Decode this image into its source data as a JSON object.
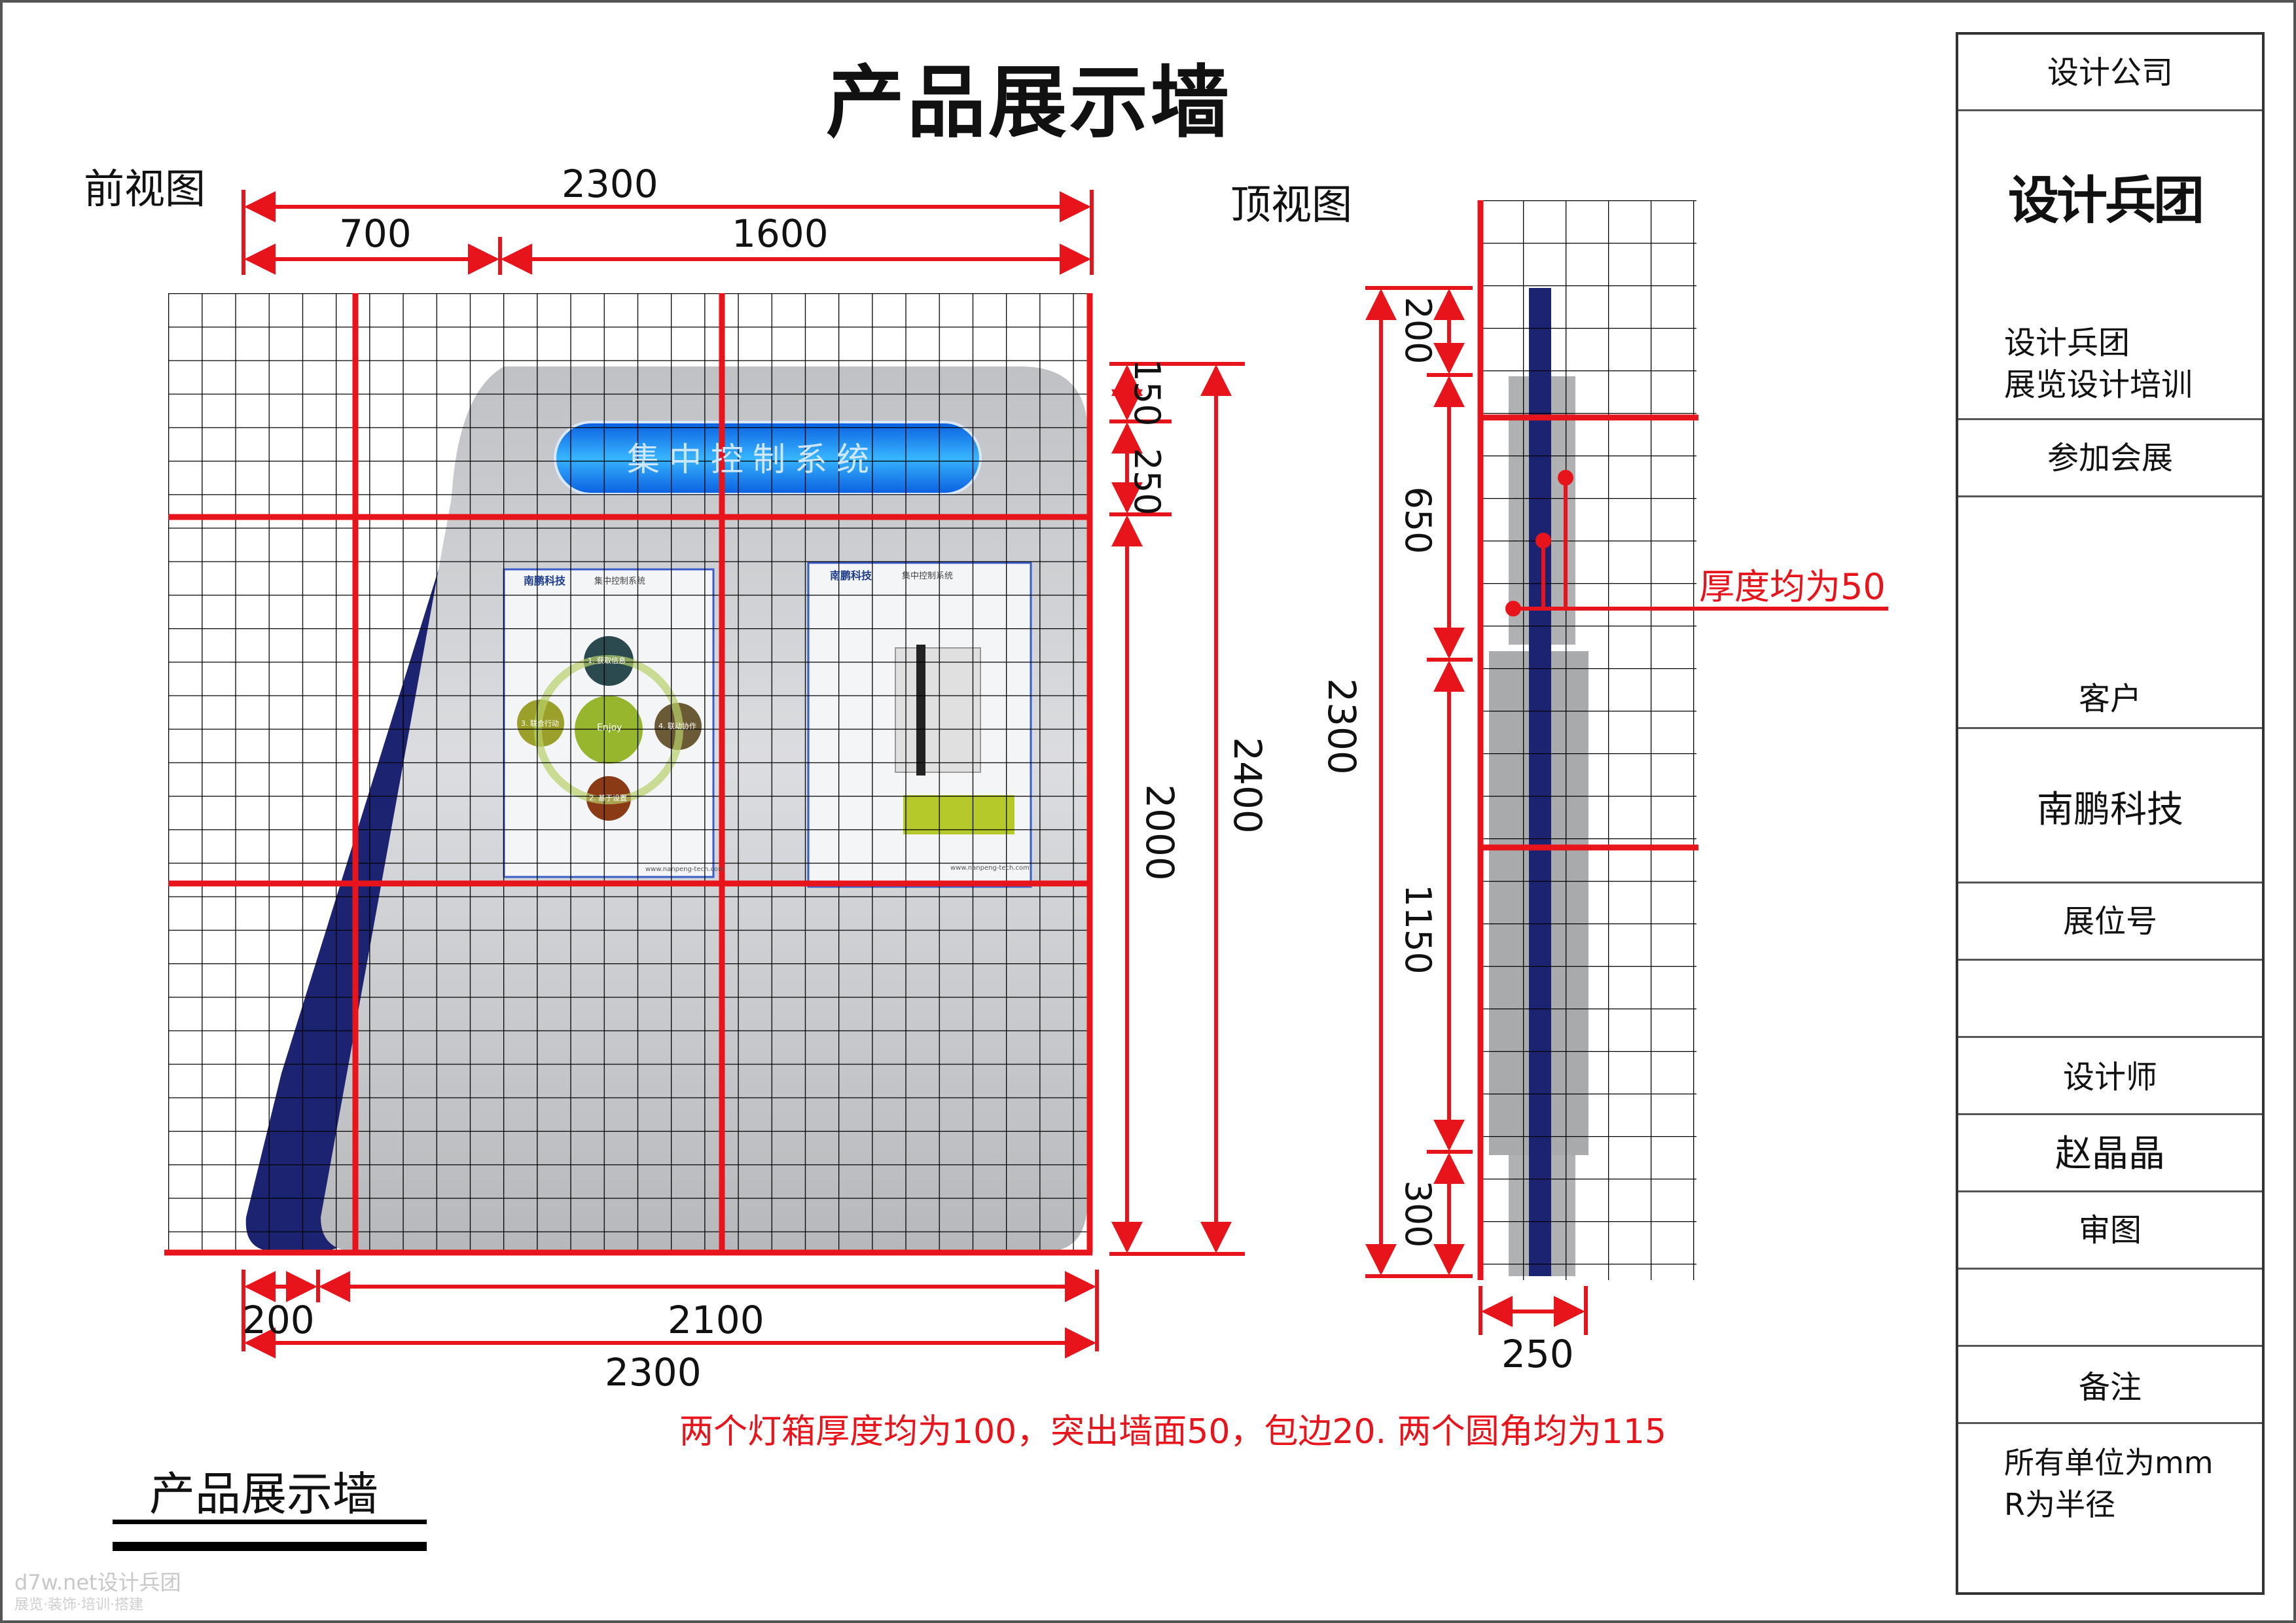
{
  "page": {
    "title": "产品展示墙",
    "front_view_label": "前视图",
    "top_view_label": "顶视图",
    "bottom_title": "产品展示墙",
    "note": "两个灯箱厚度均为100，突出墙面50，包边20. 两个圆角均为115",
    "watermark_line1": "d7w.net设计兵团",
    "watermark_line2": "展览·装饰·培训·搭建"
  },
  "front_dims": {
    "overall_top": "2300",
    "left_top": "700",
    "right_top": "1600",
    "bottom_left": "200",
    "bottom_right": "2100",
    "overall_bottom": "2300",
    "right_150": "150",
    "right_250": "250",
    "right_2000": "2000",
    "right_2400": "2400"
  },
  "sign": {
    "text": "集中控制系统"
  },
  "panels": {
    "left_logo": "南鹏科技",
    "left_header": "集中控制系统",
    "right_logo": "南鹏科技",
    "right_header": "集中控制系统",
    "left_center": "Enjoy",
    "left_c1": "1. 获取信息",
    "left_c2": "2. 基于设置",
    "left_c3": "3. 联合行动",
    "left_c4": "4. 联动协作",
    "left_url": "www.nanpeng-tech.com",
    "right_url": "www.nanpeng-tech.com"
  },
  "top_dims": {
    "d200": "200",
    "d650": "650",
    "d1150": "1150",
    "d300": "300",
    "overall": "2300",
    "width": "250",
    "thickness_note": "厚度均为50"
  },
  "title_block": {
    "company_label": "设计公司",
    "logo_text": "设计兵团",
    "company_line1": "设计兵团",
    "company_line2": "展览设计培训",
    "event_label": "参加会展",
    "event_value": "",
    "client_label": "客户",
    "client_value": "南鹏科技",
    "booth_label": "展位号",
    "booth_value": "",
    "designer_label": "设计师",
    "designer_value": "赵晶晶",
    "review_label": "审图",
    "review_value": "",
    "remark_label": "备注",
    "remark_line1": "所有单位为mm",
    "remark_line2": "R为半径"
  },
  "colors": {
    "dimension_red": "#e8141b",
    "navy": "#1c2472",
    "sign_blue": "#1f8fff",
    "wall_grey": "#c8cacc"
  }
}
